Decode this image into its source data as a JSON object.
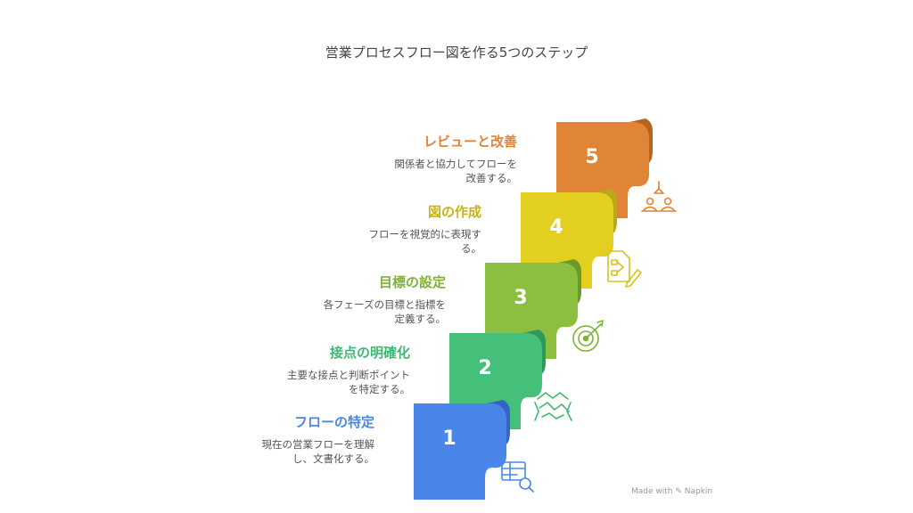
{
  "title": "営業プロセスフロー図を作る5つのステップ",
  "steps": [
    {
      "number": "1",
      "title": "フローの特定",
      "description": "現在の営業フローを理解\nし、文書化する。",
      "color": "#4a86e8",
      "fold": "#3366c4",
      "icon": "table-search-icon"
    },
    {
      "number": "2",
      "title": "接点の明確化",
      "description": "主要な接点と判断ポイント\nを特定する。",
      "color": "#45c07a",
      "fold": "#2c9a5a",
      "icon": "handshake-icon"
    },
    {
      "number": "3",
      "title": "目標の設定",
      "description": "各フェーズの目標と指標を\n定義する。",
      "color": "#8cbf3f",
      "fold": "#6b9a26",
      "icon": "target-icon"
    },
    {
      "number": "4",
      "title": "図の作成",
      "description": "フローを視覚的に表現す\nる。",
      "color": "#e3cf1f",
      "fold": "#bba817",
      "icon": "document-pencil-icon"
    },
    {
      "number": "5",
      "title": "レビューと改善",
      "description": "関係者と協力してフローを\n改善する。",
      "color": "#e08436",
      "fold": "#b9641e",
      "icon": "collaboration-icon"
    }
  ],
  "footer": "Made with ✎ Napkin"
}
